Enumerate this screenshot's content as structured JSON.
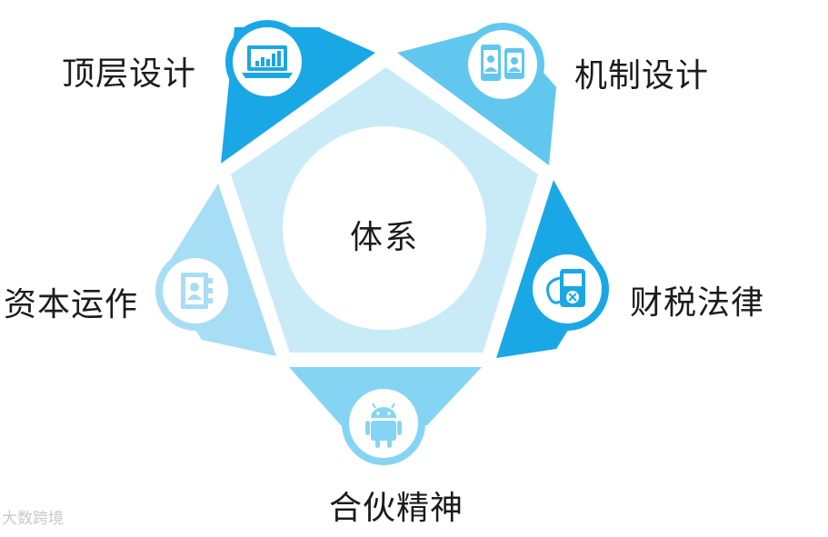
{
  "center": {
    "title": "体系"
  },
  "nodes": [
    {
      "id": "top-design",
      "label": "顶层设计",
      "icon": "laptop-chart-icon",
      "color": "#1aa7e6"
    },
    {
      "id": "mechanism-design",
      "label": "机制设计",
      "icon": "profile-cards-icon",
      "color": "#61c7ef"
    },
    {
      "id": "finance-tax-law",
      "label": "财税法律",
      "icon": "media-player-icon",
      "color": "#1aa7e6"
    },
    {
      "id": "partnership-spirit",
      "label": "合伙精神",
      "icon": "android-icon",
      "color": "#86d4f3"
    },
    {
      "id": "capital-operation",
      "label": "资本运作",
      "icon": "address-book-icon",
      "color": "#a8def5"
    }
  ],
  "colors": {
    "pentagon": "#c9ebf8",
    "inner_circle": "#ffffff",
    "gap": "#ffffff"
  },
  "watermark": "大数跨境"
}
